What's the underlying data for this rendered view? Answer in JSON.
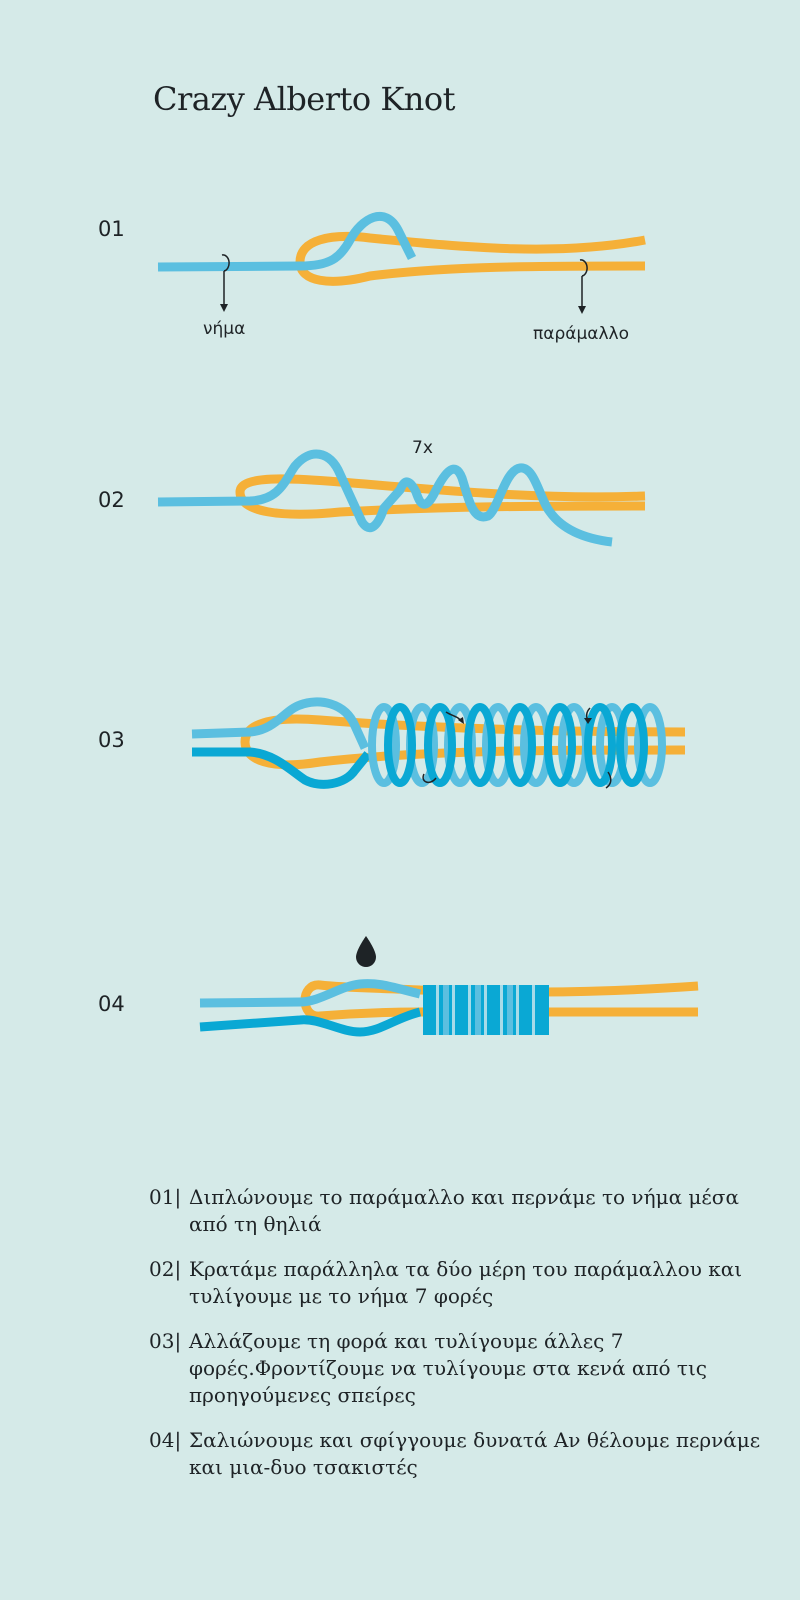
{
  "title": "Crazy Alberto Knot",
  "colors": {
    "background": "#d5eae8",
    "leader": "#f5b038",
    "line_light": "#5bbfe0",
    "line_dark": "#0aa8d4",
    "ink": "#1e2326"
  },
  "steps": [
    {
      "number": "01",
      "labels": {
        "line": "νήμα",
        "leader": "παράμαλλο"
      }
    },
    {
      "number": "02",
      "wraps": "7x"
    },
    {
      "number": "03"
    },
    {
      "number": "04",
      "icon": "water-drop-icon"
    }
  ],
  "instructions": [
    {
      "num": "01|",
      "text": "Διπλώνουμε το παράμαλλο και περνάμε το νήμα μέσα από τη θηλιά"
    },
    {
      "num": "02|",
      "text": "Κρατάμε παράλληλα τα δύο μέρη του παράμαλλου και τυλίγουμε με το νήμα 7 φορές"
    },
    {
      "num": "03|",
      "text": "Αλλάζουμε τη φορά και τυλίγουμε άλλες 7 φορές.Φροντίζουμε να τυλίγουμε στα κενά από τις προηγούμενες σπείρες"
    },
    {
      "num": "04|",
      "text": "Σαλιώνουμε και σφίγγουμε δυνατά Αν θέλουμε περνάμε και μια-δυο τσακιστές"
    }
  ]
}
